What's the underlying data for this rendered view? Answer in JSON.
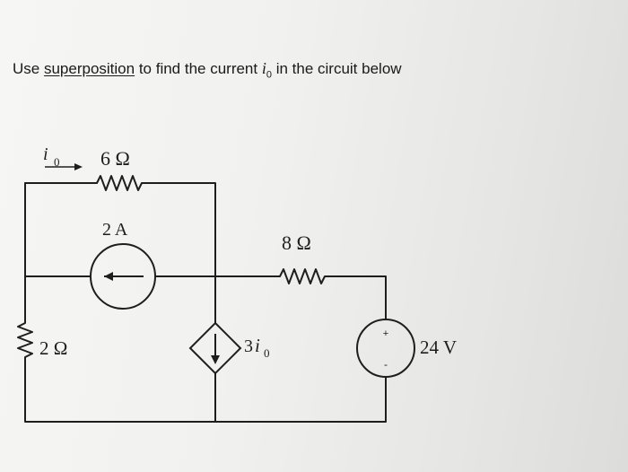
{
  "question": {
    "prefix": "Use ",
    "link_text": "superposition",
    "middle": " to find the current ",
    "var": "i",
    "var_sub": "0",
    "suffix": " in the circuit below"
  },
  "circuit": {
    "current_label": "i",
    "current_label_sub": "0",
    "r_top": "6 Ω",
    "current_source": "2 A",
    "r_right": "8 Ω",
    "r_left": "2 Ω",
    "dependent_source_coef": "3",
    "dependent_source_var": "i",
    "dependent_source_sub": "0",
    "voltage_source": "24 V",
    "voltage_source_plus": "+",
    "voltage_source_minus": "-"
  }
}
